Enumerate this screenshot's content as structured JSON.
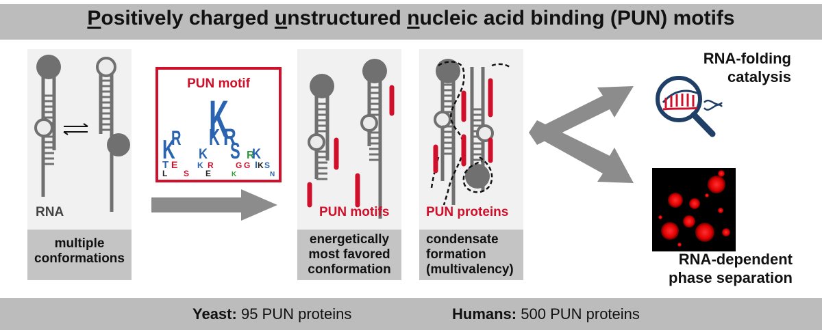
{
  "title": {
    "p1": "P",
    "w1": "ositively charged ",
    "p2": "u",
    "w2": "nstructured ",
    "p3": "n",
    "w3": "ucleic acid binding (PUN) motifs"
  },
  "panel_rna": {
    "label": "RNA",
    "caption": "multiple conformations"
  },
  "motif_box": {
    "title": "PUN motif",
    "logo_letters": [
      "K",
      "R",
      "T",
      "E",
      "L",
      "K",
      "K",
      "R",
      "K",
      "R",
      "S",
      "G",
      "K",
      "R",
      "G",
      "S",
      "E",
      "K",
      "I",
      "K",
      "S",
      "N"
    ]
  },
  "panel_motifs": {
    "label": "PUN motifs",
    "caption_lines": [
      "energetically",
      "most favored",
      "conformation"
    ]
  },
  "panel_proteins": {
    "label": "PUN proteins",
    "caption_lines": [
      "condensate",
      "formation",
      "(multivalency)"
    ]
  },
  "outcomes": {
    "folding_lines": [
      "RNA-folding",
      "catalysis"
    ],
    "phase_lines": [
      "RNA-dependent",
      "phase separation"
    ]
  },
  "footer": {
    "yeast_label": "Yeast:",
    "yeast_value": "95 PUN proteins",
    "human_label": "Humans:",
    "human_value": "500 PUN proteins"
  },
  "colors": {
    "banner": "#bcbcbc",
    "panel": "#f1f1f1",
    "caption": "#c4c4c4",
    "accent_red": "#d0102a",
    "rna_gray": "#707070",
    "arrow_gray": "#8c8c8c",
    "icon_blue": "#1f3f66"
  }
}
